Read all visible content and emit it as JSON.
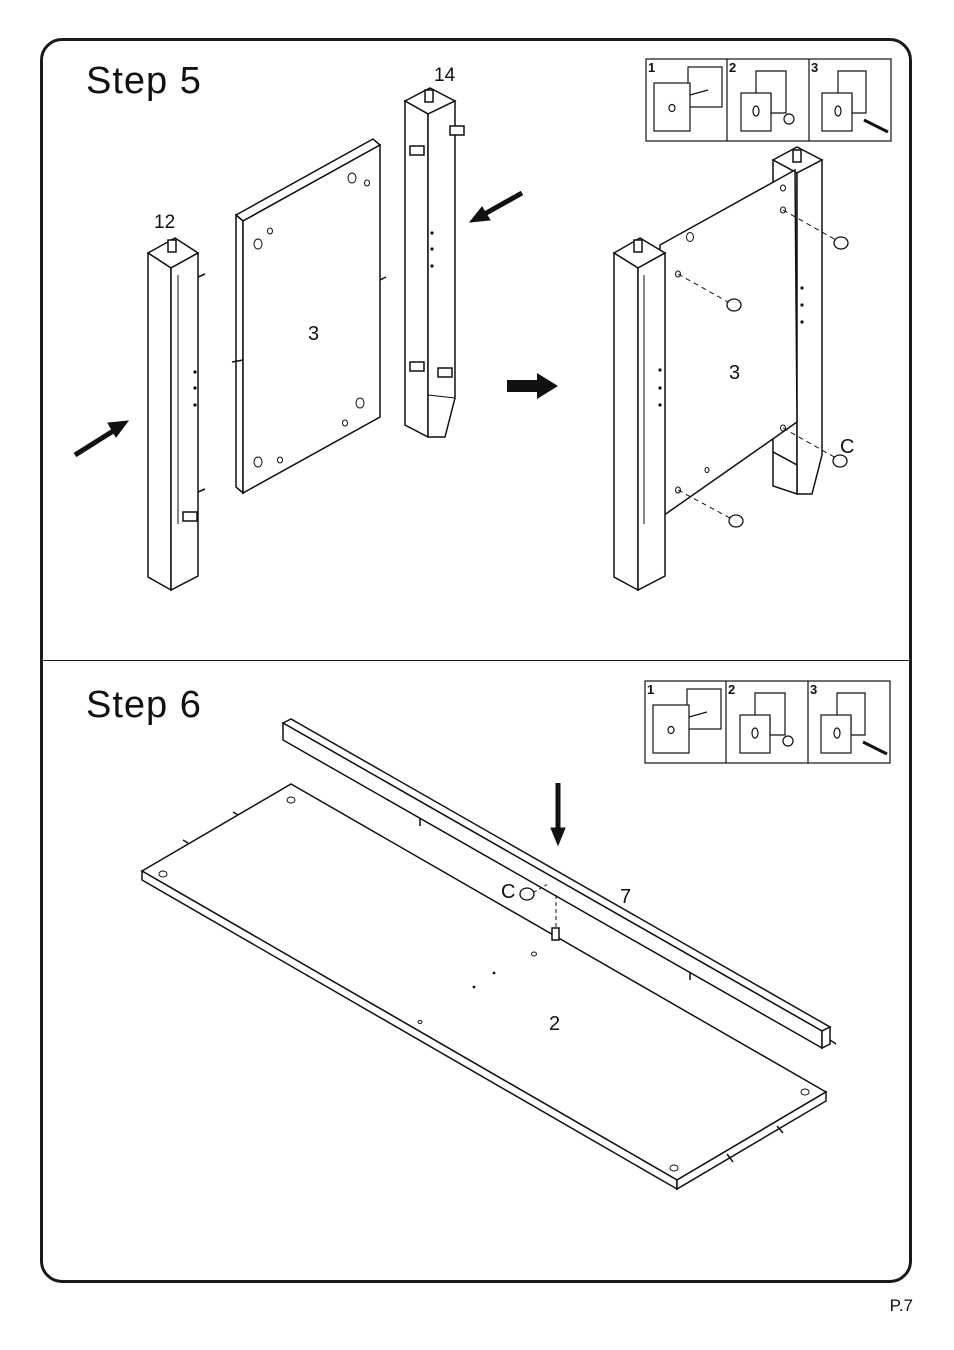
{
  "steps": [
    {
      "title": "Step  5",
      "parts": {
        "leg_left": "12",
        "leg_right": "14",
        "panel": "3",
        "panel_assembled": "3",
        "cam": "C"
      },
      "detail_panels": [
        "1",
        "2",
        "3"
      ]
    },
    {
      "title": "Step  6",
      "parts": {
        "rail": "7",
        "cam": "C",
        "board": "2"
      },
      "detail_panels": [
        "1",
        "2",
        "3"
      ]
    }
  ],
  "page_number": "P.7"
}
